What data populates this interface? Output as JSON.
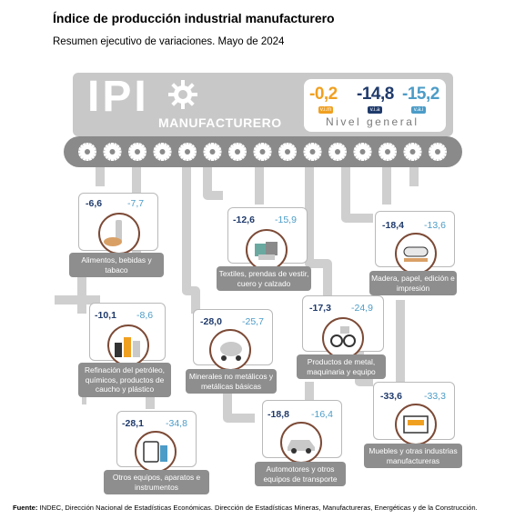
{
  "header": {
    "title": "Índice de producción industrial manufacturero",
    "subtitle": "Resumen ejecutivo de variaciones. Mayo de 2024"
  },
  "banner": {
    "logo_main": "IPI",
    "logo_sub": "MANUFACTURERO",
    "kpis": [
      {
        "value": "-0,2",
        "tag": "v.i.m",
        "color": "#f0a020"
      },
      {
        "value": "-14,8",
        "tag": "v.i.a",
        "color": "#1f3a6b"
      },
      {
        "value": "-15,2",
        "tag": "v.a.i",
        "color": "#4c9cc7"
      }
    ],
    "level_label": "Nivel general"
  },
  "sectors": [
    {
      "id": "alimentos",
      "v1": "-6,6",
      "v2": "-7,7",
      "label": "Alimentos, bebidas y tabaco",
      "icon": "bottle-bread-icon"
    },
    {
      "id": "textiles",
      "v1": "-12,6",
      "v2": "-15,9",
      "label": "Textiles, prendas de vestir, cuero y calzado",
      "icon": "fabric-rolls-icon"
    },
    {
      "id": "madera",
      "v1": "-18,4",
      "v2": "-13,6",
      "label": "Madera, papel, edición e impresión",
      "icon": "paper-roll-icon"
    },
    {
      "id": "refinacion",
      "v1": "-10,1",
      "v2": "-8,6",
      "label": "Refinación del petróleo, químicos, productos de caucho y plástico",
      "icon": "chemicals-icon"
    },
    {
      "id": "minerales",
      "v1": "-28,0",
      "v2": "-25,7",
      "label": "Minerales no metálicos y metálicas básicas",
      "icon": "cement-mixer-icon"
    },
    {
      "id": "metal",
      "v1": "-17,3",
      "v2": "-24,9",
      "label": "Productos de metal, maquinaria y equipo",
      "icon": "machinery-icon"
    },
    {
      "id": "otros",
      "v1": "-28,1",
      "v2": "-34,8",
      "label": "Otros equipos, aparatos e instrumentos",
      "icon": "electronics-icon"
    },
    {
      "id": "automotores",
      "v1": "-18,8",
      "v2": "-16,4",
      "label": "Automotores y otros equipos de transporte",
      "icon": "car-icon"
    },
    {
      "id": "muebles",
      "v1": "-33,6",
      "v2": "-33,3",
      "label": "Muebles y otras industrias manufactureras",
      "icon": "furniture-icon"
    }
  ],
  "footer": {
    "source_label": "Fuente:",
    "source_text": " INDEC, Dirección Nacional de Estadísticas Económicas. Dirección de Estadísticas Mineras, Manufactureras, Energéticas y de la Construcción."
  },
  "colors": {
    "pipe": "#c8c8c8",
    "conveyor": "#8a8a8a",
    "yoy": "#1f3a6b",
    "sa": "#4c9cc7",
    "mom": "#f0a020",
    "icon_ring": "#7c4a36"
  }
}
